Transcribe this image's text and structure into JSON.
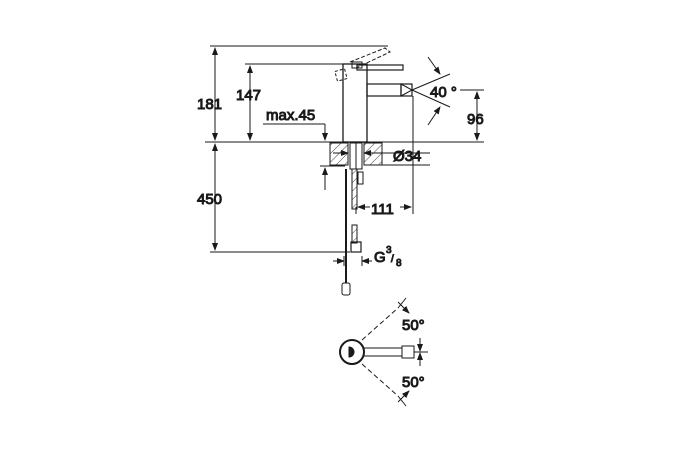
{
  "title": "Bidet mixer technical drawing",
  "dimensions": {
    "total_height": "181",
    "body_height": "147",
    "max_counter_thickness": "max.45",
    "spout_angle": "40 °",
    "spout_height": "96",
    "hole_diameter": "Ø34",
    "hose_length": "450",
    "spout_reach": "111",
    "connection_g": "G",
    "connection_num": "3",
    "connection_den": "8",
    "swivel_left": "50°",
    "swivel_right": "50°"
  },
  "colors": {
    "line": "#1a1a1a",
    "background": "#ffffff"
  }
}
